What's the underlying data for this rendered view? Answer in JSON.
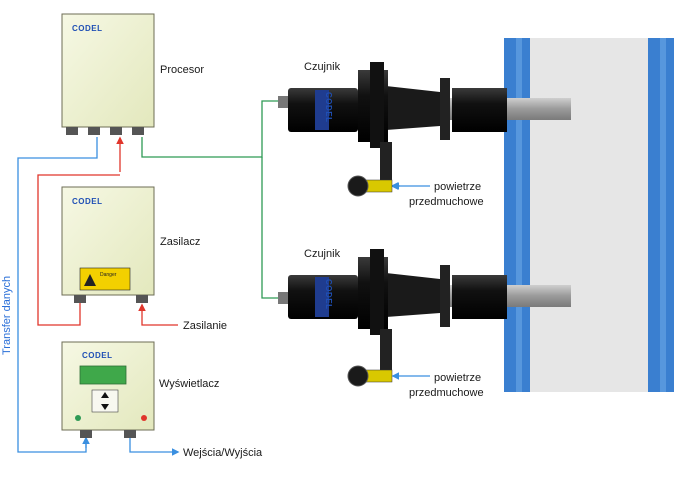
{
  "labels": {
    "processor": "Procesor",
    "power_supply": "Zasilacz",
    "display": "Wyświetlacz",
    "power": "Zasilanie",
    "io": "Wejścia/Wyjścia",
    "data_transfer": "Transfer danych",
    "sensor_top": "Czujnik",
    "sensor_bottom": "Czujnik",
    "purge_air_top_1": "powietrze",
    "purge_air_top_2": "przedmuchowe",
    "purge_air_bottom_1": "powietrze",
    "purge_air_bottom_2": "przedmuchowe"
  },
  "brand": {
    "processor": "CODEL",
    "power_supply": "CODEL",
    "display": "CODEL",
    "sensor_top": "CODEL",
    "sensor_bottom": "CODEL"
  },
  "warning_label": "Danger",
  "colors": {
    "box_fill": "#eef2cf",
    "data_line": "#3a8fe0",
    "power_line": "#e0352b",
    "sensor_line": "#2e9a55",
    "duct_blue": "#3a7fd0",
    "duct_gray": "#e6e6e6",
    "sensor_body": "#141414",
    "display_screen": "#3fa84a"
  }
}
